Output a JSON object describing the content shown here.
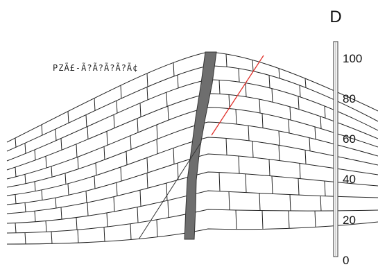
{
  "figure": {
    "scale_title": "D",
    "scale_ticks": [
      "100",
      "80",
      "60",
      "40",
      "20",
      "0"
    ],
    "fault_label": "PZÃ£-Ã?Ã?Ã?Ã?Ã¢",
    "colors": {
      "strata": "#222222",
      "dike": "#6e6e6e",
      "red_fault": "#e0302a",
      "scale_bar": "#555555"
    },
    "elements": [
      "layered-strata",
      "gray-dike",
      "red-inclined-fault",
      "thin-oblique-fault",
      "vertical-scale-bar"
    ]
  }
}
